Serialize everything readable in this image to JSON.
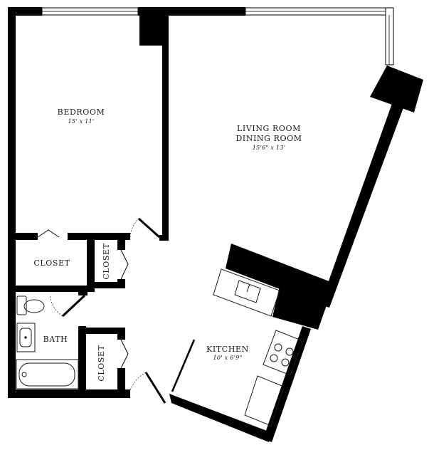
{
  "colors": {
    "wall": "#000000",
    "background": "#ffffff",
    "fixture_line": "#1a1a1a"
  },
  "rooms": {
    "bedroom": {
      "name": "BEDROOM",
      "dimensions": "15' x 11'"
    },
    "living": {
      "name_line1": "LIVING ROOM",
      "name_line2": "DINING ROOM",
      "dimensions": "15'6\" x 13'"
    },
    "closet_main": {
      "name": "CLOSET"
    },
    "closet_hall": {
      "name": "CLOSET"
    },
    "closet_bath": {
      "name": "CLOSET"
    },
    "bath": {
      "name": "BATH"
    },
    "kitchen": {
      "name": "KITCHEN",
      "dimensions": "10' x 6'9\""
    }
  }
}
